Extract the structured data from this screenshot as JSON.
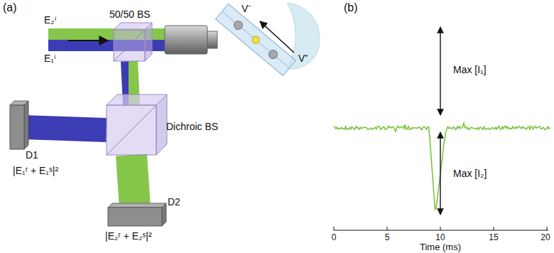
{
  "diagram": {
    "nodes": [
      {
        "text": [
          "50/50 BS"
        ]
      },
      {
        "text": [
          "Dichroic BS"
        ]
      },
      {
        "text": [
          "D1",
          "|E₁ʳ + E₁ˢ|²"
        ]
      },
      {
        "text": [
          "D2",
          "|E₂ʳ + E₂ˢ|²"
        ]
      }
    ],
    "edges": [
      {
        "from": 0,
        "to": 1,
        "arrow": "none"
      },
      {
        "from": 1,
        "to": 2,
        "arrow": "none"
      },
      {
        "from": 1,
        "to": 3,
        "arrow": "none"
      }
    ],
    "labels": [
      "(a)",
      "(b)",
      "E₂ⁱ",
      "E₁ⁱ",
      "V⁻",
      "V⁺",
      "Max [I₁]",
      "Max [I₂]",
      "0",
      "5",
      "10",
      "15",
      "20",
      "Time (ms)"
    ]
  }
}
